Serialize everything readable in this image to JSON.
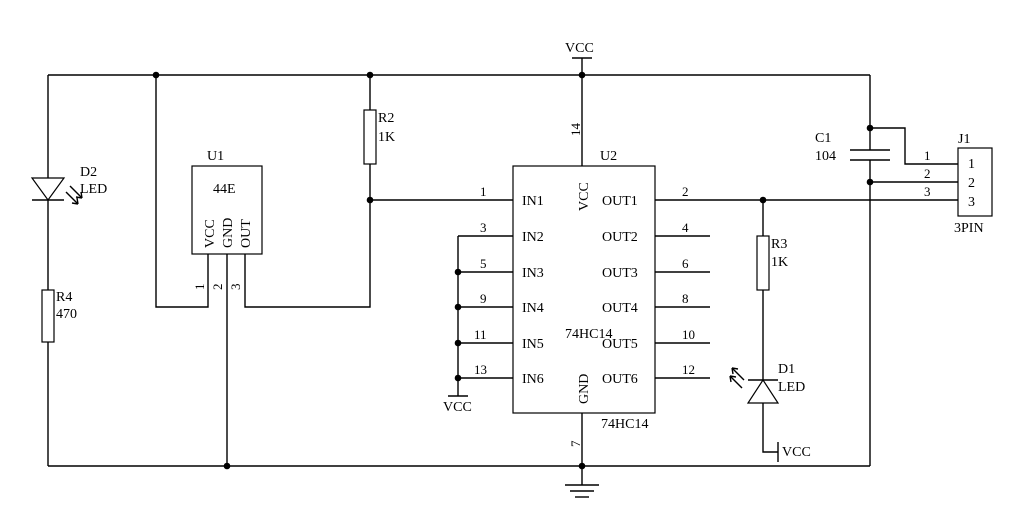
{
  "power": {
    "vcc_top": "VCC",
    "vcc_left": "VCC",
    "vcc_right": "VCC"
  },
  "d2": {
    "ref": "D2",
    "type": "LED"
  },
  "r4": {
    "ref": "R4",
    "value": "470"
  },
  "u1": {
    "ref": "U1",
    "part": "44E",
    "pins": [
      "VCC",
      "GND",
      "OUT"
    ],
    "pin_numbers": [
      "1",
      "2",
      "3"
    ]
  },
  "r2": {
    "ref": "R2",
    "value": "1K"
  },
  "u2": {
    "ref": "U2",
    "part_inside": "74HC14",
    "part_below": "74HC14",
    "vcc_label": "VCC",
    "gnd_label": "GND",
    "vcc_pin": "14",
    "gnd_pin": "7",
    "inputs": [
      {
        "name": "IN1",
        "pin": "1"
      },
      {
        "name": "IN2",
        "pin": "3"
      },
      {
        "name": "IN3",
        "pin": "5"
      },
      {
        "name": "IN4",
        "pin": "9"
      },
      {
        "name": "IN5",
        "pin": "11"
      },
      {
        "name": "IN6",
        "pin": "13"
      }
    ],
    "outputs": [
      {
        "name": "OUT1",
        "pin": "2"
      },
      {
        "name": "OUT2",
        "pin": "4"
      },
      {
        "name": "OUT3",
        "pin": "6"
      },
      {
        "name": "OUT4",
        "pin": "8"
      },
      {
        "name": "OUT5",
        "pin": "10"
      },
      {
        "name": "OUT6",
        "pin": "12"
      }
    ]
  },
  "r3": {
    "ref": "R3",
    "value": "1K"
  },
  "d1": {
    "ref": "D1",
    "type": "LED"
  },
  "c1": {
    "ref": "C1",
    "value": "104"
  },
  "j1": {
    "ref": "J1",
    "type": "3PIN",
    "wire_numbers": [
      "1",
      "2",
      "3"
    ],
    "pins": [
      "1",
      "2",
      "3"
    ]
  }
}
